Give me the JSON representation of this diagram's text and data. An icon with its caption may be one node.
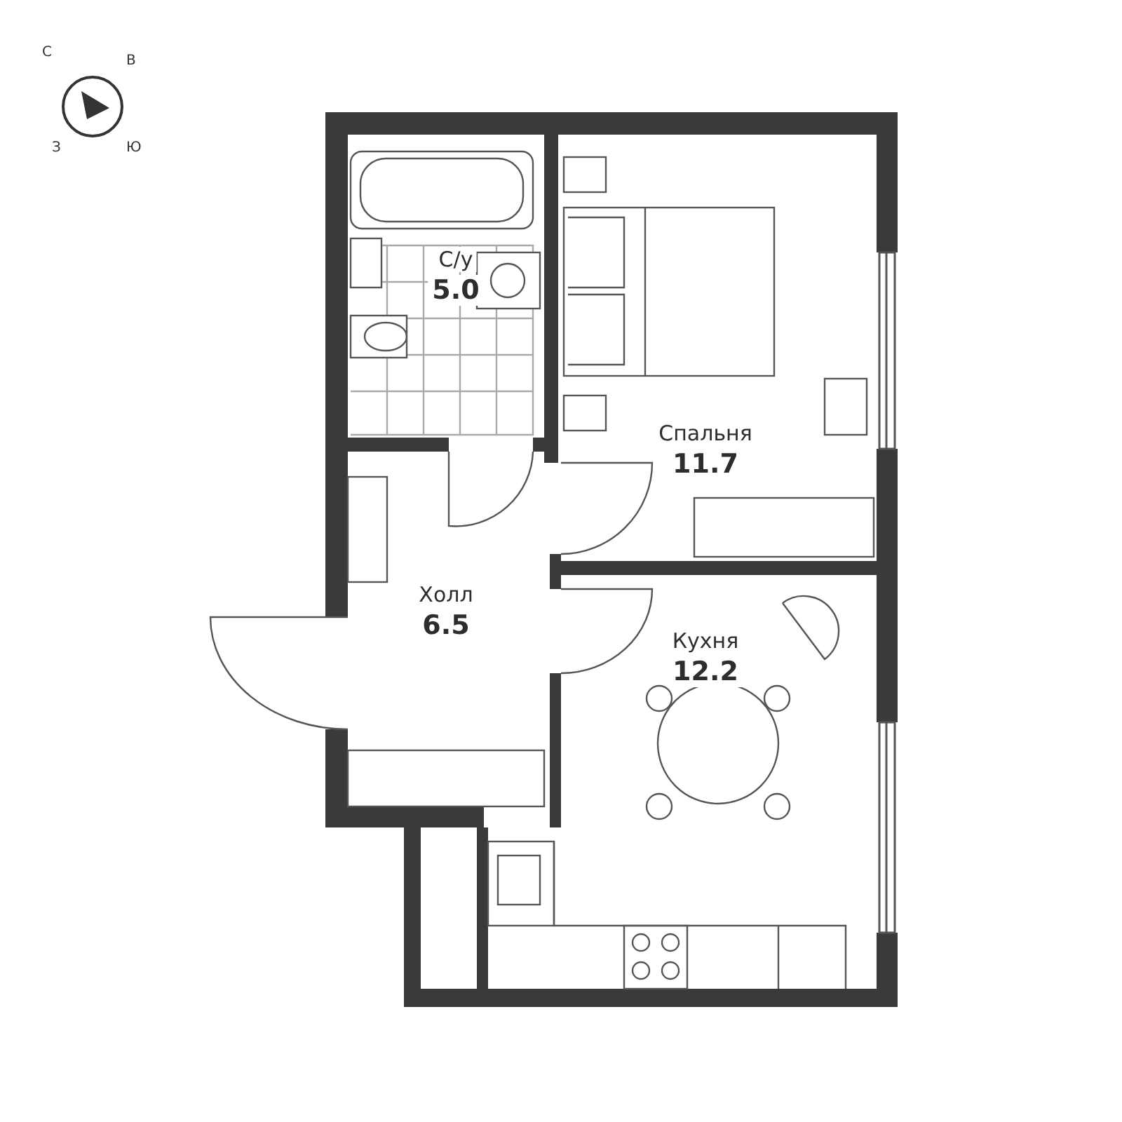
{
  "diagram": {
    "nodes": [
      {
        "text": [
          "С/у",
          "5.0"
        ]
      },
      {
        "text": [
          "Спальня",
          "11.7"
        ]
      },
      {
        "text": [
          "Холл",
          "6.5"
        ]
      },
      {
        "text": [
          "Кухня",
          "12.2"
        ]
      }
    ],
    "labels": [
      "С",
      "В",
      "З",
      "Ю"
    ]
  }
}
